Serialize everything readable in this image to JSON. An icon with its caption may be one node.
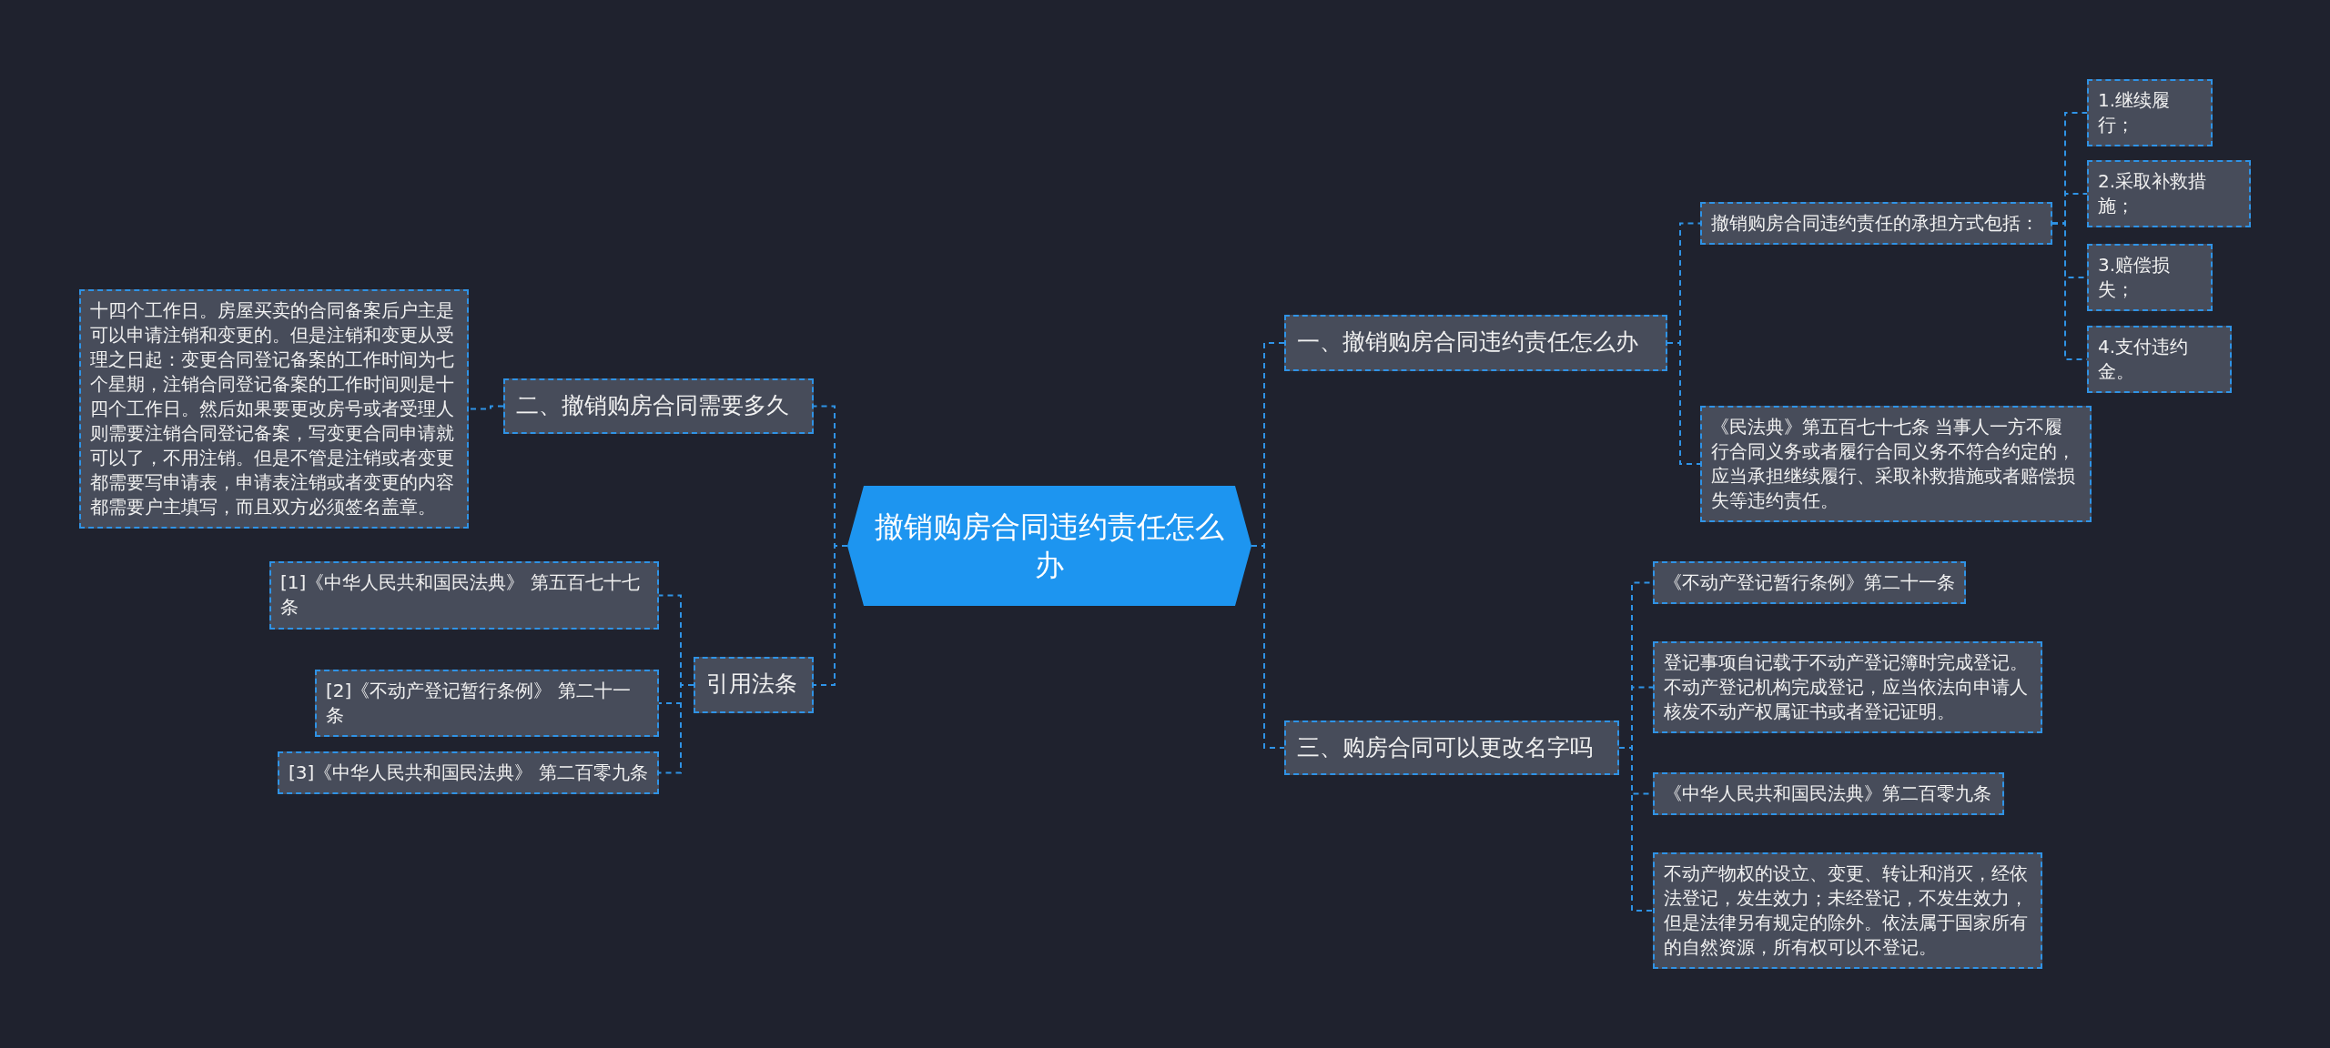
{
  "diagram": {
    "nodes": [
      {
        "text": [
          "撤销购房合同违约责任怎么办"
        ]
      },
      {
        "text": [
          "一、撤销购房合同违约责任怎么办"
        ]
      },
      {
        "text": [
          "撤销购房合同违约责任的承担方式包括："
        ]
      },
      {
        "text": [
          "1.继续履行；"
        ]
      },
      {
        "text": [
          "2.采取补救措施；"
        ]
      },
      {
        "text": [
          "3.赔偿损失；"
        ]
      },
      {
        "text": [
          "4.支付违约金。"
        ]
      },
      {
        "text": [
          "《民法典》第五百七十七条 当事人一方不履行合同义务或者履行合同义务不符合约定的，应当承担继续履行、采取补救措施或者赔偿损失等违约责任。"
        ]
      },
      {
        "text": [
          "三、购房合同可以更改名字吗"
        ]
      },
      {
        "text": [
          "《不动产登记暂行条例》第二十一条"
        ]
      },
      {
        "text": [
          "登记事项自记载于不动产登记簿时完成登记。不动产登记机构完成登记，应当依法向申请人核发不动产权属证书或者登记证明。"
        ]
      },
      {
        "text": [
          "《中华人民共和国民法典》第二百零九条"
        ]
      },
      {
        "text": [
          "不动产物权的设立、变更、转让和消灭，经依法登记，发生效力；未经登记，不发生效力，但是法律另有规定的除外。依法属于国家所有的自然资源，所有权可以不登记。"
        ]
      },
      {
        "text": [
          "二、撤销购房合同需要多久"
        ]
      },
      {
        "text": [
          "十四个工作日。房屋买卖的合同备案后户主是可以申请注销和变更的。但是注销和变更从受理之日起：变更合同登记备案的工作时间为七个星期，注销合同登记备案的工作时间则是十四个工作日。然后如果要更改房号或者受理人则需要注销合同登记备案，写变更合同申请就可以了，不用注销。但是不管是注销或者变更都需要写申请表，申请表注销或者变更的内容都需要户主填写，而且双方必须签名盖章。"
        ]
      },
      {
        "text": [
          "引用法条"
        ]
      },
      {
        "text": [
          "[1]《中华人民共和国民法典》 第五百七十七条"
        ]
      },
      {
        "text": [
          "[2]《不动产登记暂行条例》 第二十一条"
        ]
      },
      {
        "text": [
          "[3]《中华人民共和国民法典》 第二百零九条"
        ]
      }
    ],
    "edges": [
      {
        "from": 0,
        "to": 1,
        "arrow": "none"
      },
      {
        "from": 1,
        "to": 2,
        "arrow": "none"
      },
      {
        "from": 2,
        "to": 3,
        "arrow": "none"
      },
      {
        "from": 2,
        "to": 4,
        "arrow": "none"
      },
      {
        "from": 2,
        "to": 5,
        "arrow": "none"
      },
      {
        "from": 2,
        "to": 6,
        "arrow": "none"
      },
      {
        "from": 1,
        "to": 7,
        "arrow": "none"
      },
      {
        "from": 0,
        "to": 8,
        "arrow": "none"
      },
      {
        "from": 8,
        "to": 9,
        "arrow": "none"
      },
      {
        "from": 8,
        "to": 10,
        "arrow": "none"
      },
      {
        "from": 8,
        "to": 11,
        "arrow": "none"
      },
      {
        "from": 8,
        "to": 12,
        "arrow": "none"
      },
      {
        "from": 0,
        "to": 13,
        "arrow": "none"
      },
      {
        "from": 13,
        "to": 14,
        "arrow": "none"
      },
      {
        "from": 0,
        "to": 15,
        "arrow": "none"
      },
      {
        "from": 15,
        "to": 16,
        "arrow": "none"
      },
      {
        "from": 15,
        "to": 17,
        "arrow": "none"
      },
      {
        "from": 15,
        "to": 18,
        "arrow": "none"
      }
    ]
  }
}
